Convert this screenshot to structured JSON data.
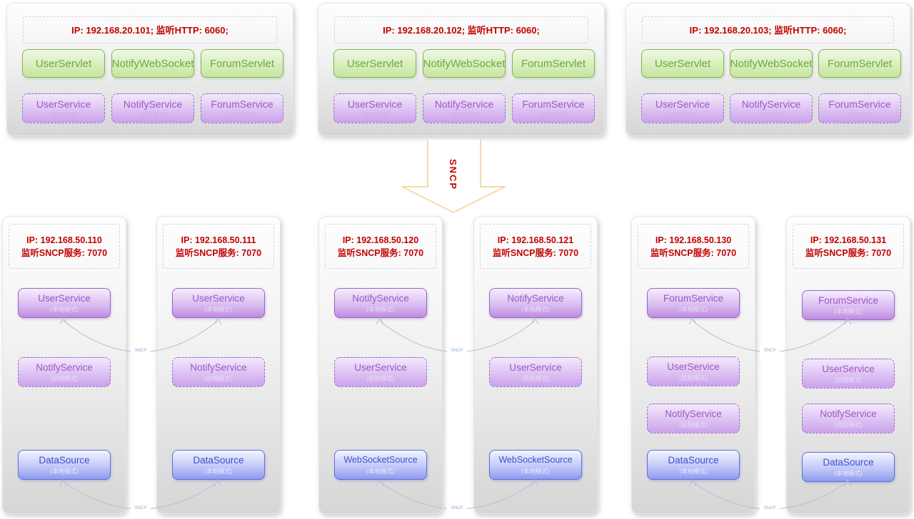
{
  "arrow": {
    "label": "SNCP"
  },
  "connector_label": "SNCP",
  "top_nodes": [
    {
      "ip": "IP: 192.168.20.101;  监听HTTP: 6060;",
      "servlets": [
        "UserServlet",
        "NotifyWebSocket",
        "ForumServlet"
      ],
      "services": [
        {
          "name": "UserService",
          "mode": "(远程模式)"
        },
        {
          "name": "NotifyService",
          "mode": "(远程模式)"
        },
        {
          "name": "ForumService",
          "mode": "(远程模式)"
        }
      ]
    },
    {
      "ip": "IP: 192.168.20.102;  监听HTTP: 6060;",
      "servlets": [
        "UserServlet",
        "NotifyWebSocket",
        "ForumServlet"
      ],
      "services": [
        {
          "name": "UserService",
          "mode": "(远程模式)"
        },
        {
          "name": "NotifyService",
          "mode": "(远程模式)"
        },
        {
          "name": "ForumService",
          "mode": "(远程模式)"
        }
      ]
    },
    {
      "ip": "IP: 192.168.20.103;  监听HTTP: 6060;",
      "servlets": [
        "UserServlet",
        "NotifyWebSocket",
        "ForumServlet"
      ],
      "services": [
        {
          "name": "UserService",
          "mode": "(远程模式)"
        },
        {
          "name": "NotifyService",
          "mode": "(远程模式)"
        },
        {
          "name": "ForumService",
          "mode": "(远程模式)"
        }
      ]
    }
  ],
  "bottom_nodes": [
    {
      "ip1": "IP: 192.168.50.110",
      "ip2": "监听SNCP服务: 7070",
      "services": [
        {
          "name": "UserService",
          "mode": "(本地模式)"
        },
        {
          "name": "NotifyService",
          "mode": "(远程模式)"
        },
        {
          "name": "DataSource",
          "mode": "(本地模式)"
        }
      ]
    },
    {
      "ip1": "IP: 192.168.50.111",
      "ip2": "监听SNCP服务: 7070",
      "services": [
        {
          "name": "UserService",
          "mode": "(本地模式)"
        },
        {
          "name": "NotifyService",
          "mode": "(远程模式)"
        },
        {
          "name": "DataSource",
          "mode": "(本地模式)"
        }
      ]
    },
    {
      "ip1": "IP: 192.168.50.120",
      "ip2": "监听SNCP服务: 7070",
      "services": [
        {
          "name": "NotifyService",
          "mode": "(本地模式)"
        },
        {
          "name": "UserService",
          "mode": "(远程模式)"
        },
        {
          "name": "WebSocketSource",
          "mode": "(本地模式)"
        }
      ]
    },
    {
      "ip1": "IP: 192.168.50.121",
      "ip2": "监听SNCP服务: 7070",
      "services": [
        {
          "name": "NotifyService",
          "mode": "(本地模式)"
        },
        {
          "name": "UserService",
          "mode": "(远程模式)"
        },
        {
          "name": "WebSocketSource",
          "mode": "(本地模式)"
        }
      ]
    },
    {
      "ip1": "IP: 192.168.50.130",
      "ip2": "监听SNCP服务: 7070",
      "services": [
        {
          "name": "ForumService",
          "mode": "(本地模式)"
        },
        {
          "name": "UserService",
          "mode": "(远程模式)"
        },
        {
          "name": "NotifyService",
          "mode": "(远程模式)"
        },
        {
          "name": "DataSource",
          "mode": "(本地模式)"
        }
      ]
    },
    {
      "ip1": "IP: 192.168.50.131",
      "ip2": "监听SNCP服务: 7070",
      "services": [
        {
          "name": "ForumService",
          "mode": "(本地模式)"
        },
        {
          "name": "UserService",
          "mode": "(远程模式)"
        },
        {
          "name": "NotifyService",
          "mode": "(远程模式)"
        },
        {
          "name": "DataSource",
          "mode": "(本地模式)"
        }
      ]
    }
  ]
}
